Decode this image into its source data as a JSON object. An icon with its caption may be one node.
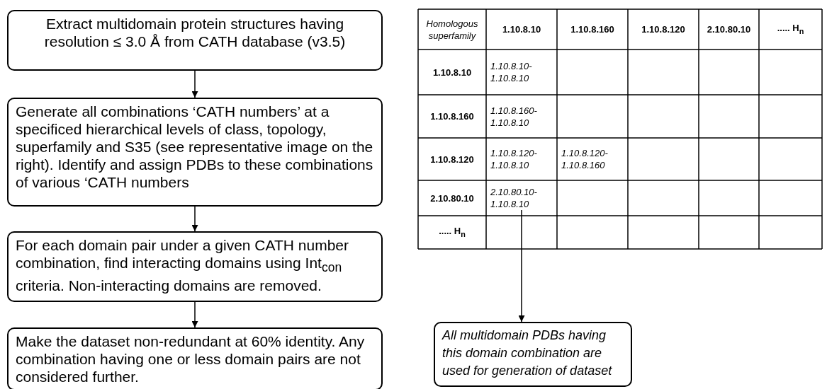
{
  "diagram": {
    "nodes": [
      {
        "text": [
          "Extract multidomain protein structures having resolution ≤ 3.0 Å from CATH database (v3.5)"
        ]
      },
      {
        "text": [
          "Generate all combinations ‘CATH numbers’ at a specificed hierarchical levels of class, topology, superfamily and S35 (see representative image on the right). Identify and assign PDBs to these combinations of various ‘CATH numbers"
        ]
      },
      {
        "text": [
          "For each domain pair under a given CATH number combination, find interacting domains using Int$_{con}$ criteria. Non-interacting domains are removed."
        ]
      },
      {
        "text": [
          "Make the dataset non-redundant at 60% identity. Any combination having one or less domain pairs are not considered further."
        ]
      },
      {
        "text": [
          "2.10.80.10- 1.10.8.10"
        ]
      },
      {
        "text": [
          "All multidomain PDBs having this domain combination are used for generation of dataset"
        ]
      }
    ],
    "edges": [
      {
        "from": 0,
        "to": 1,
        "arrow": "to"
      },
      {
        "from": 1,
        "to": 2,
        "arrow": "to"
      },
      {
        "from": 2,
        "to": 3,
        "arrow": "to"
      },
      {
        "from": 4,
        "to": 5,
        "arrow": "to"
      }
    ],
    "labels": [
      "Homologous superfamily",
      "1.10.8.10",
      "1.10.8.160",
      "1.10.8.120",
      "2.10.80.10",
      "..... H$_{n}$",
      "1.10.8.10",
      "1.10.8.10- 1.10.8.10",
      "1.10.8.160",
      "1.10.8.160- 1.10.8.10",
      "1.10.8.120",
      "1.10.8.120- 1.10.8.10",
      "1.10.8.120- 1.10.8.160",
      "2.10.80.10",
      "..... H$_{n}$"
    ]
  }
}
